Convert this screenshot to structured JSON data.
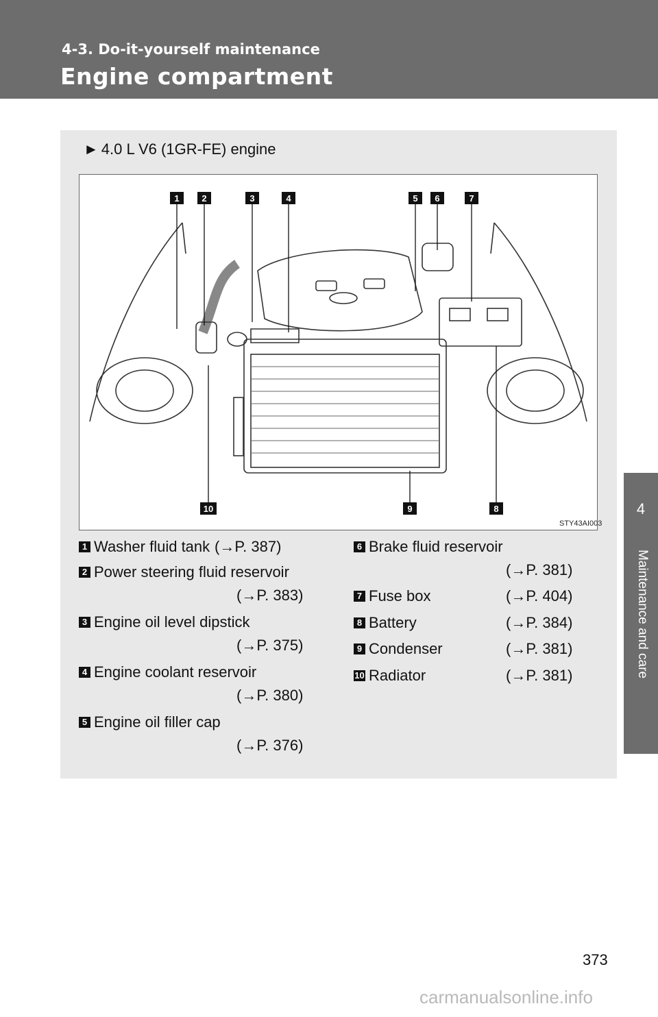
{
  "header": {
    "section": "4-3. Do-it-yourself maintenance",
    "title": "Engine compartment"
  },
  "side_tab": {
    "number": "4",
    "label": "Maintenance and care"
  },
  "engine": {
    "heading": "4.0 L V6 (1GR-FE) engine"
  },
  "figure": {
    "code": "STY43AI003",
    "callouts": [
      "1",
      "2",
      "3",
      "4",
      "5",
      "6",
      "7",
      "8",
      "9",
      "10"
    ]
  },
  "items": [
    {
      "num": "1",
      "name": "Washer fluid tank",
      "ref": "(→P. 387)"
    },
    {
      "num": "2",
      "name": "Power steering fluid reservoir",
      "ref": "(→P. 383)"
    },
    {
      "num": "3",
      "name": "Engine oil level dipstick",
      "ref": "(→P. 375)"
    },
    {
      "num": "4",
      "name": "Engine coolant reservoir",
      "ref": "(→P. 380)"
    },
    {
      "num": "5",
      "name": "Engine oil filler cap",
      "ref": "(→P. 376)"
    },
    {
      "num": "6",
      "name": "Brake fluid reservoir",
      "ref": "(→P. 381)"
    },
    {
      "num": "7",
      "name": "Fuse box",
      "ref": "(→P. 404)"
    },
    {
      "num": "8",
      "name": "Battery",
      "ref": "(→P. 384)"
    },
    {
      "num": "9",
      "name": "Condenser",
      "ref": "(→P. 381)"
    },
    {
      "num": "10",
      "name": "Radiator",
      "ref": "(→P. 381)"
    }
  ],
  "page_number": "373",
  "watermark": "carmanualsonline.info"
}
